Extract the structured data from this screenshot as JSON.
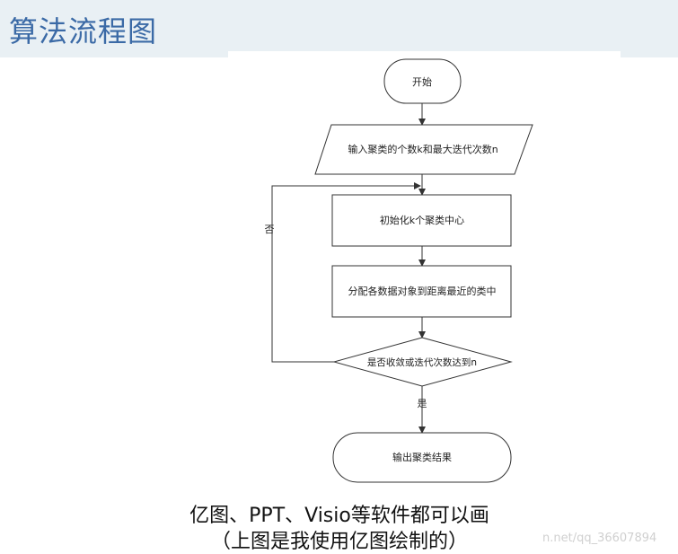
{
  "header": {
    "title": "算法流程图"
  },
  "flowchart": {
    "start": "开始",
    "input": "输入聚类的个数k和最大迭代次数n",
    "init": "初始化k个聚类中心",
    "assign": "分配各数据对象到距离最近的类中",
    "decision": "是否收敛或迭代次数达到n",
    "no_label": "否",
    "yes_label": "是",
    "output": "输出聚类结果"
  },
  "caption": {
    "line1": "亿图、PPT、Visio等软件都可以画",
    "line2": "（上图是我使用亿图绘制的）"
  },
  "watermark": "n.net/qq_36607894"
}
